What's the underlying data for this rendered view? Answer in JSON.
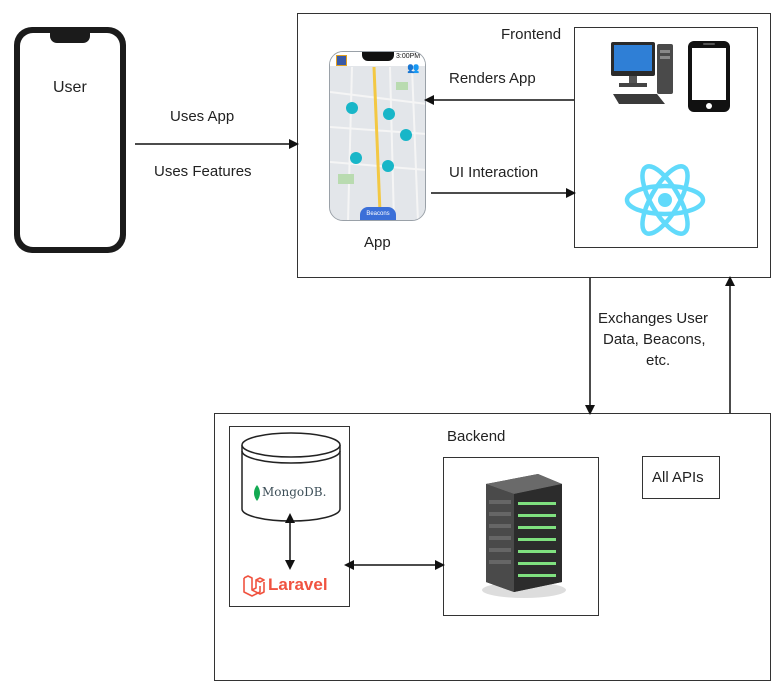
{
  "user": {
    "label": "User"
  },
  "arrows": {
    "uses_app": "Uses App",
    "uses_features": "Uses Features",
    "renders_app": "Renders App",
    "ui_interaction": "UI Interaction",
    "exchanges": [
      "Exchanges User",
      "Data, Beacons,",
      "etc."
    ]
  },
  "frontend": {
    "title": "Frontend",
    "app_label": "App",
    "phone_time": "3:00PM",
    "phone_button": "Beacons"
  },
  "backend": {
    "title": "Backend",
    "all_apis": "All APIs"
  },
  "logos": {
    "mongodb": "MongoDB.",
    "laravel": "Laravel"
  },
  "colors": {
    "react": "#61dafb",
    "mongodb_leaf": "#13aa52",
    "laravel": "#f05340",
    "phone_button": "#3b6fd8"
  }
}
